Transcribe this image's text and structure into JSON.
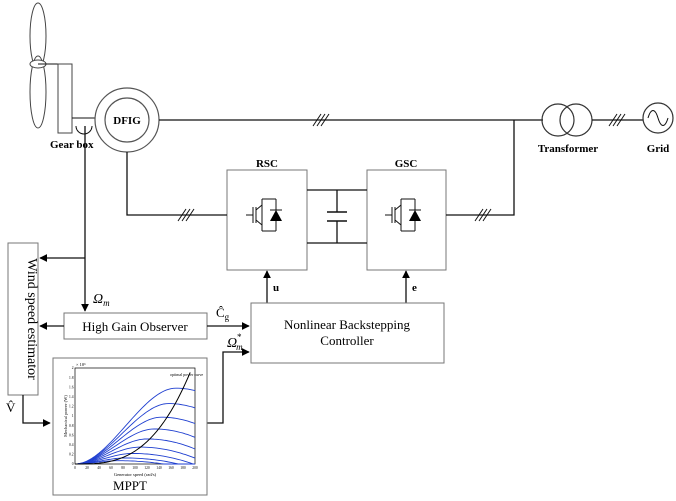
{
  "labels": {
    "gearbox": "Gear box",
    "dfig": "DFIG",
    "rsc": "RSC",
    "gsc": "GSC",
    "transformer": "Transformer",
    "grid": "Grid",
    "wind_estimator": "Wind speed estimator",
    "omega_m": "Ω",
    "omega_m_sub": "m",
    "omega_ref": "Ω",
    "omega_ref_sub": "m",
    "omega_ref_sup": "*",
    "cg": "Ĉ",
    "cg_sub": "g",
    "v_hat": "V̂",
    "hgo": "High Gain Observer",
    "controller_line1": "Nonlinear Backstepping",
    "controller_line2": "Controller",
    "u": "u",
    "e": "e",
    "mppt": "MPPT"
  },
  "mppt_plot": {
    "ylabel": "Mechanical power (W)",
    "xlabel": "Generator speed (rad/s)",
    "exponent": "× 10⁶",
    "legend": "optimal power curve",
    "x_ticks": [
      "0",
      "20",
      "40",
      "60",
      "80",
      "100",
      "120",
      "140",
      "160",
      "180",
      "200"
    ],
    "y_ticks": [
      "0",
      "0.2",
      "0.4",
      "0.6",
      "0.8",
      "1",
      "1.2",
      "1.4",
      "1.6",
      "1.8",
      "2"
    ],
    "colors": {
      "curves": "#1f3fd0",
      "optimal": "#000000"
    }
  }
}
